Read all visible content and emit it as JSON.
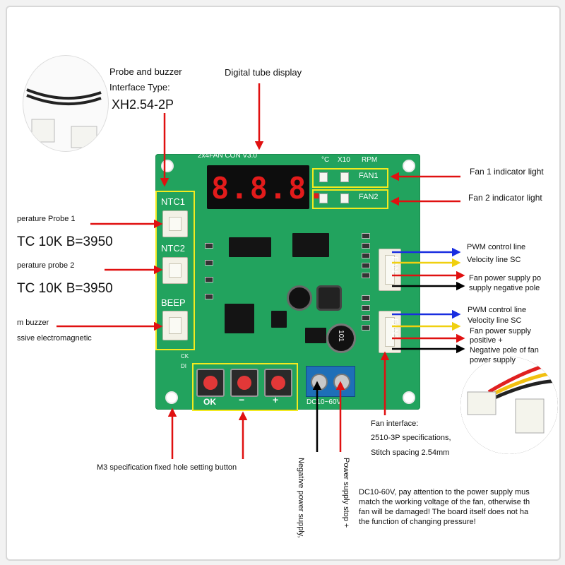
{
  "callouts": {
    "probe_interface": "Probe and buzzer",
    "interface_type": "Interface Type:",
    "interface_spec": "XH2.54-2P",
    "digital_display": "Digital tube display",
    "fan1_light": "Fan 1 indicator light",
    "fan2_light": "Fan 2 indicator light",
    "probe1": "perature Probe 1",
    "probe1_spec": "TC  10K B=3950",
    "probe2": "perature probe 2",
    "probe2_spec": "TC  10K B=3950",
    "buzzer": "m buzzer",
    "buzzer_type": "ssive electromagnetic",
    "pwm1": "PWM control line",
    "vel1": "Velocity line SC",
    "pwr1": "Fan power supply po",
    "neg1": "supply negative pole",
    "pwm2": "PWM control line",
    "vel2": "Velocity line SC",
    "pwr2": "Fan power supply",
    "pos2": "positive +",
    "neg2": "Negative pole of fan",
    "neg2b": "power supply",
    "fan_iface": "Fan interface:",
    "fan_iface_spec": "2510-3P specifications,",
    "fan_iface_pitch": "Stitch spacing 2.54mm",
    "m3_hole": "M3 specification fixed hole setting button",
    "neg_power": "Negative power supply,",
    "pos_power": "Power supply stop +",
    "warning_1": "DC10-60V, pay attention to the power supply mus",
    "warning_2": "match the working voltage of the fan, otherwise th",
    "warning_3": "fan will be damaged! The board itself does not ha",
    "warning_4": "the function of changing pressure!"
  },
  "board": {
    "title": "2x4FAN CON V3.0",
    "col_c": "°C",
    "col_x10": "X10",
    "col_rpm": "RPM",
    "fan1": "FAN1",
    "fan2": "FAN2",
    "ntc1": "NTC1",
    "ntc2": "NTC2",
    "beep": "BEEP",
    "display_digits": "8.8.8.",
    "ok": "OK",
    "minus": "−",
    "plus": "+",
    "power": "DC10~60V",
    "fan_a": "FAN1",
    "fan_b": "FAN2",
    "ck": "CK",
    "di": "DI",
    "ic_label": "101"
  },
  "colors": {
    "board": "#22a35e",
    "highlight": "#f3ea1f",
    "arrow_red": "#e01010",
    "arrow_blue": "#1a2ee0",
    "arrow_yellow": "#f0d010",
    "arrow_black": "#000000"
  }
}
